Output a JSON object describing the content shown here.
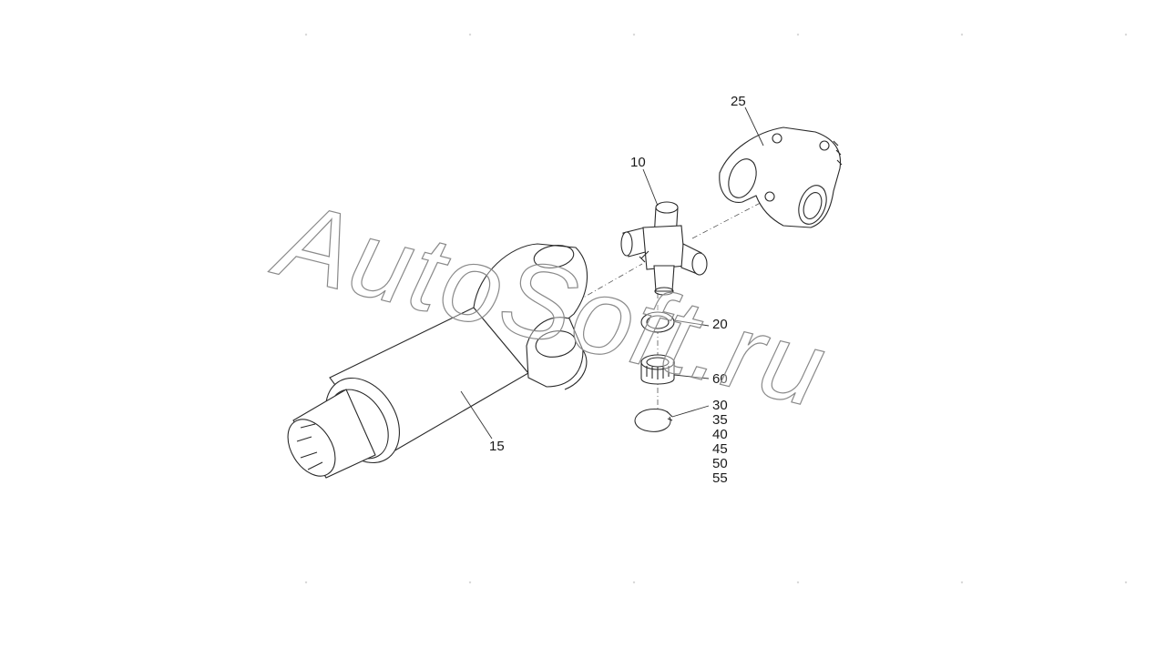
{
  "labels": {
    "p25": "25",
    "p10": "10",
    "p20": "20",
    "p60": "60",
    "p15": "15",
    "p30": "30",
    "p35": "35",
    "p40": "40",
    "p45": "45",
    "p50": "50",
    "p55": "55"
  },
  "watermark": {
    "text": "AutoSoft.ru"
  },
  "parts": [
    {
      "ref": "10",
      "icon": "cross-spider-icon"
    },
    {
      "ref": "15",
      "icon": "splined-shaft-yoke-icon"
    },
    {
      "ref": "20",
      "icon": "seal-ring-icon"
    },
    {
      "ref": "25",
      "icon": "flange-yoke-icon"
    },
    {
      "ref": "30",
      "icon": "snap-ring-icon"
    },
    {
      "ref": "60",
      "icon": "needle-bearing-cup-icon"
    }
  ],
  "colors": {
    "line": "#2a2a2a",
    "background": "#ffffff",
    "watermark_outline": "#8a8a8a"
  }
}
